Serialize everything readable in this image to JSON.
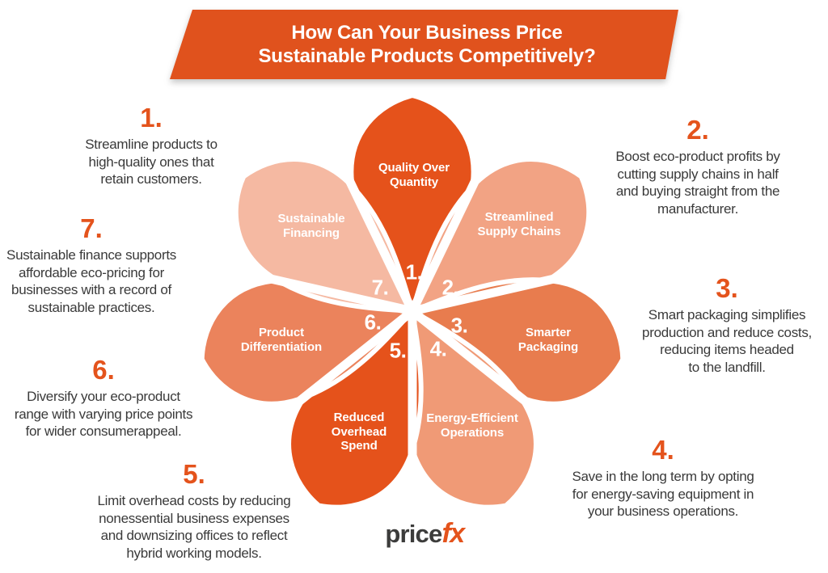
{
  "banner": {
    "title_line1": "How Can Your Business Price",
    "title_line2": "Sustainable Products Competitively?",
    "bg_color": "#E0521D"
  },
  "colors": {
    "accent_orange": "#E4531C",
    "body_text": "#3A3A3A",
    "petal_separator": "#FFFFFF"
  },
  "petals": [
    {
      "num": "1.",
      "label": "Quality Over Quantity",
      "lines": [
        "Quality Over",
        "Quantity"
      ],
      "color": "#E5521B"
    },
    {
      "num": "2.",
      "label": "Streamlined Supply Chains",
      "lines": [
        "Streamlined",
        "Supply Chains"
      ],
      "color": "#F2A384"
    },
    {
      "num": "3.",
      "label": "Smarter Packaging",
      "lines": [
        "Smarter",
        "Packaging"
      ],
      "color": "#E87C4E"
    },
    {
      "num": "4.",
      "label": "Energy-Efficient Operations",
      "lines": [
        "Energy-Efficient",
        "Operations"
      ],
      "color": "#F09A76"
    },
    {
      "num": "5.",
      "label": "Reduced Overhead Spend",
      "lines": [
        "Reduced",
        "Overhead",
        "Spend"
      ],
      "color": "#E5521B"
    },
    {
      "num": "6.",
      "label": "Product Differentiation",
      "lines": [
        "Product",
        "Differentiation"
      ],
      "color": "#EB835C"
    },
    {
      "num": "7.",
      "label": "Sustainable Financing",
      "lines": [
        "Sustainable",
        "Financing"
      ],
      "color": "#F5B9A2"
    }
  ],
  "notes": [
    {
      "num": "1.",
      "lines": [
        "Streamline products to",
        "high-quality ones that",
        "retain customers."
      ]
    },
    {
      "num": "2.",
      "lines": [
        "Boost eco-product profits by",
        "cutting supply chains in half",
        "and buying straight from the",
        "manufacturer."
      ]
    },
    {
      "num": "3.",
      "lines": [
        "Smart packaging simplifies",
        "production and reduce costs,",
        "reducing items headed",
        "to the landfill."
      ]
    },
    {
      "num": "4.",
      "lines": [
        "Save in the long term by opting",
        "for energy-saving equipment in",
        "your business operations."
      ]
    },
    {
      "num": "5.",
      "lines": [
        "Limit overhead costs by reducing",
        "nonessential business expenses",
        "and downsizing offices to reflect",
        "hybrid working models."
      ]
    },
    {
      "num": "6.",
      "lines": [
        "Diversify your eco-product",
        "range with varying price points",
        "for wider consumerappeal."
      ]
    },
    {
      "num": "7.",
      "lines": [
        "Sustainable finance supports",
        "affordable eco-pricing for",
        "businesses with a record of",
        "sustainable practices."
      ]
    }
  ],
  "logo": {
    "part1": "price",
    "part2": "fx",
    "part2_color": "#E4531C"
  }
}
